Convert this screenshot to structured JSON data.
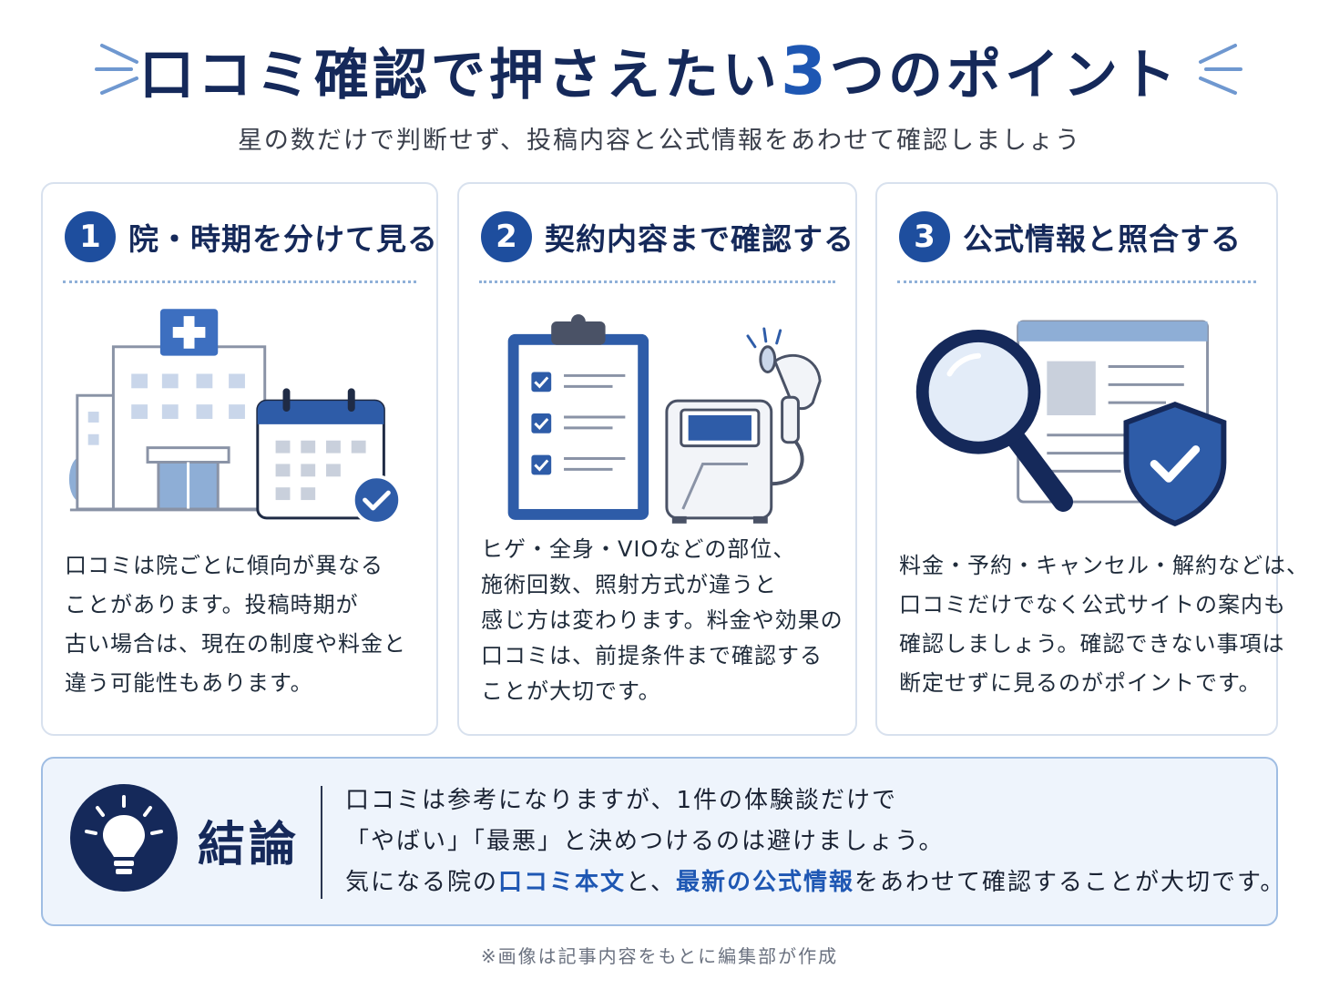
{
  "header": {
    "title_before": "口コミ確認で押さえたい",
    "title_number": "3",
    "title_after": "つのポイント",
    "subtitle": "星の数だけで判断せず、投稿内容と公式情報をあわせて確認しましょう"
  },
  "cards": [
    {
      "number": "1",
      "title": "院・時期を分けて見る",
      "illustration": "hospital-calendar-icon",
      "lines": [
        "口コミは院ごとに傾向が異なる",
        "ことがあります。投稿時期が",
        "古い場合は、現在の制度や料金と",
        "違う可能性もあります。"
      ]
    },
    {
      "number": "2",
      "title": "契約内容まで確認する",
      "illustration": "clipboard-laser-machine-icon",
      "lines": [
        "ヒゲ・全身・VIOなどの部位、",
        "施術回数、照射方式が違うと",
        "感じ方は変わります。料金や効果の",
        "口コミは、前提条件まで確認する",
        "ことが大切です。"
      ]
    },
    {
      "number": "3",
      "title": "公式情報と照合する",
      "illustration": "magnifier-document-shield-icon",
      "lines": [
        "料金・予約・キャンセル・解約などは、",
        "口コミだけでなく公式サイトの案内も",
        "確認しましょう。確認できない事項は",
        "断定せずに見るのがポイントです。"
      ]
    }
  ],
  "conclusion": {
    "label": "結論",
    "line1": "口コミは参考になりますが、1件の体験談だけで",
    "line2": "「やばい」「最悪」と決めつけるのは避けましょう。",
    "line3_a": "気になる院の",
    "line3_hl1": "口コミ本文",
    "line3_b": "と、",
    "line3_hl2": "最新の公式情報",
    "line3_c": "をあわせて確認することが大切です。"
  },
  "footnote": "※画像は記事内容をもとに編集部が作成",
  "colors": {
    "navy": "#15295a",
    "accent_blue": "#1e57b3",
    "card_border": "#d8e1ee",
    "conclusion_bg": "#eef4fc"
  }
}
